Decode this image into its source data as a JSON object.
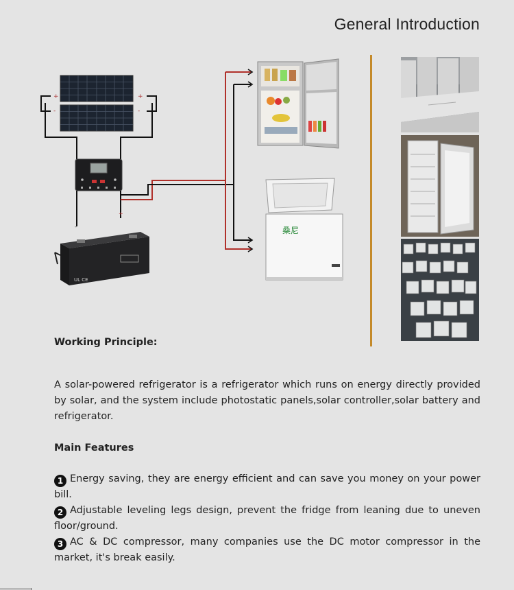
{
  "header": {
    "title": "General Introduction"
  },
  "diagram": {
    "fridge_label": "桑尼",
    "panel_plus_mark": "+",
    "panel_minus_mark": "-",
    "colors": {
      "positive_wire": "#b0302a",
      "negative_wire": "#111111",
      "divider": "#c48a2a"
    }
  },
  "sections": {
    "working_principle": {
      "heading": "Working Principle:",
      "body": "A solar-powered refrigerator is a refrigerator which runs on energy directly provided by solar, and the system include photostatic panels,solar controller,solar battery and refrigerator."
    },
    "main_features": {
      "heading": "Main Features",
      "items": [
        {
          "num": "1",
          "text": "Energy saving, they are energy efficient and can save you money on your power bill."
        },
        {
          "num": "2",
          "text": "Adjustable leveling legs design, prevent the fridge from leaning due to uneven floor/ground."
        },
        {
          "num": "3",
          "text": "AC & DC compressor, many companies use the DC motor compressor in the market, it's break easily."
        }
      ]
    }
  }
}
